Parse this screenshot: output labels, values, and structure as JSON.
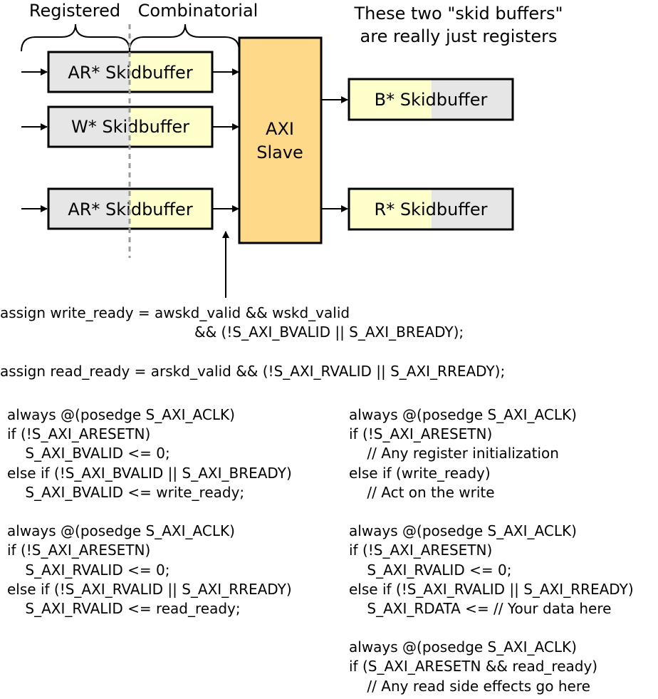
{
  "labels": {
    "registered": "Registered",
    "combinatorial": "Combinatorial",
    "skid_note_line1": "These two \"skid buffers\"",
    "skid_note_line2": "are really just registers"
  },
  "boxes": {
    "ar_top": "AR* Skidbuffer",
    "w": "W* Skidbuffer",
    "ar_bottom": "AR* Skidbuffer",
    "b": "B* Skidbuffer",
    "r": "R* Skidbuffer",
    "axi_line1": "AXI",
    "axi_line2": "Slave"
  },
  "colors": {
    "registered_fill": "#e6e6e6",
    "combinatorial_fill": "#ffffcc",
    "axi_fill": "#ffd98a",
    "divider": "#999999"
  },
  "code": {
    "assign_write_1": "assign write_ready = awskd_valid && wskd_valid",
    "assign_write_2": "&& (!S_AXI_BVALID || S_AXI_BREADY);",
    "assign_read": "assign read_ready = arskd_valid && (!S_AXI_RVALID || S_AXI_RREADY);",
    "left_block": [
      "always @(posedge S_AXI_ACLK)",
      "if (!S_AXI_ARESETN)",
      "    S_AXI_BVALID <= 0;",
      "else if (!S_AXI_BVALID || S_AXI_BREADY)",
      "    S_AXI_BVALID <= write_ready;",
      "",
      "always @(posedge S_AXI_ACLK)",
      "if (!S_AXI_ARESETN)",
      "    S_AXI_RVALID <= 0;",
      "else if (!S_AXI_RVALID || S_AXI_RREADY)",
      "    S_AXI_RVALID <= read_ready;"
    ],
    "right_block": [
      "always @(posedge S_AXI_ACLK)",
      "if (!S_AXI_ARESETN)",
      "    // Any register initialization",
      "else if (write_ready)",
      "    // Act on the write",
      "",
      "always @(posedge S_AXI_ACLK)",
      "if (!S_AXI_ARESETN)",
      "    S_AXI_RVALID <= 0;",
      "else if (!S_AXI_RVALID || S_AXI_RREADY)",
      "    S_AXI_RDATA <= // Your data here",
      "",
      "always @(posedge S_AXI_ACLK)",
      "if (S_AXI_ARESETN && read_ready)",
      "    // Any read side effects go here"
    ]
  }
}
